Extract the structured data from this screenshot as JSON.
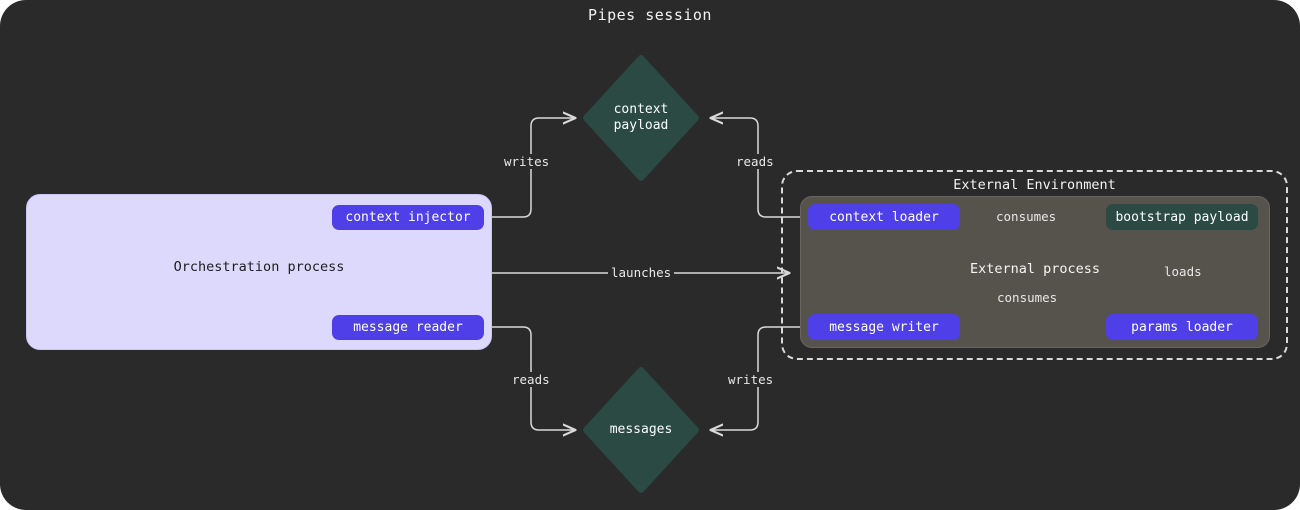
{
  "title": "Pipes session",
  "colors": {
    "canvas_bg": "#2b2a2a",
    "orchestration_bg": "#dcd9fd",
    "external_process_bg": "#56524c",
    "pill_purple": "#4f3fe8",
    "pill_green": "#2a4a43",
    "diamond_green": "#2a4a43",
    "edge_stroke": "#d9d9d9",
    "text_light": "#f2f2f2",
    "text_dark": "#1d1d1d"
  },
  "clusters": {
    "orchestration": {
      "label": "Orchestration process"
    },
    "external_environment": {
      "label": "External Environment"
    },
    "external_process": {
      "label": "External process"
    }
  },
  "nodes": {
    "context_injector": {
      "label": "context injector",
      "shape": "pill",
      "color": "purple"
    },
    "message_reader": {
      "label": "message reader",
      "shape": "pill",
      "color": "purple"
    },
    "context_loader": {
      "label": "context loader",
      "shape": "pill",
      "color": "purple"
    },
    "message_writer": {
      "label": "message writer",
      "shape": "pill",
      "color": "purple"
    },
    "params_loader": {
      "label": "params loader",
      "shape": "pill",
      "color": "purple"
    },
    "bootstrap_payload": {
      "label": "bootstrap payload",
      "shape": "box",
      "color": "green"
    },
    "context_payload": {
      "label_line1": "context",
      "label_line2": "payload",
      "shape": "diamond",
      "color": "green"
    },
    "messages": {
      "label_line1": "messages",
      "label_line2": "",
      "shape": "diamond",
      "color": "green"
    }
  },
  "edges": [
    {
      "id": "writes-top",
      "label": "writes",
      "from": "context_injector",
      "to": "context_payload"
    },
    {
      "id": "reads-top",
      "label": "reads",
      "from": "context_loader",
      "to": "context_payload"
    },
    {
      "id": "launches",
      "label": "launches",
      "from": "orchestration",
      "to": "external_process"
    },
    {
      "id": "reads-bot",
      "label": "reads",
      "from": "message_reader",
      "to": "messages"
    },
    {
      "id": "writes-bot",
      "label": "writes",
      "from": "message_writer",
      "to": "messages"
    },
    {
      "id": "consumes-1",
      "label": "consumes",
      "from": "context_loader",
      "to": "bootstrap_payload"
    },
    {
      "id": "consumes-2",
      "label": "consumes",
      "from": "message_writer",
      "to": "bootstrap_payload"
    },
    {
      "id": "loads",
      "label": "loads",
      "from": "params_loader",
      "to": "bootstrap_payload"
    }
  ]
}
